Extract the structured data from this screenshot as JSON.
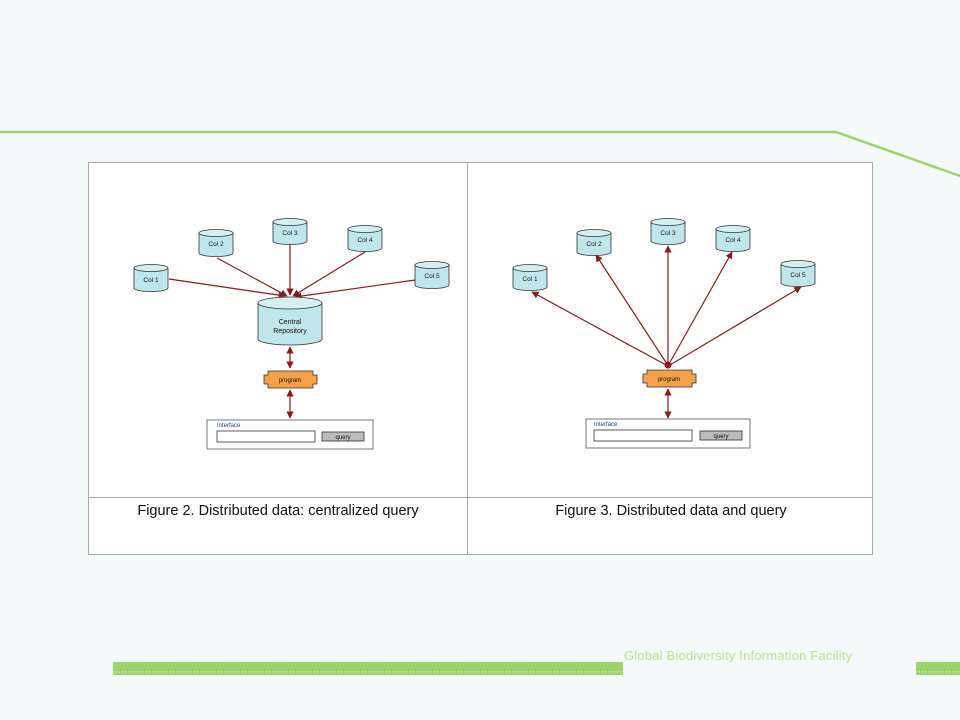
{
  "figures": [
    {
      "caption": "Figure 2. Distributed data: centralized query",
      "collections": [
        "Col 1",
        "Col 2",
        "Col 3",
        "Col 4",
        "Col 5"
      ],
      "repository_lines": [
        "Central",
        "Repository"
      ],
      "program_label": "program",
      "interface_label": "Interface",
      "query_button_label": "query"
    },
    {
      "caption": "Figure 3. Distributed data and query",
      "collections": [
        "Col 1",
        "Col 2",
        "Col 3",
        "Col 4",
        "Col 5"
      ],
      "program_label": "program",
      "interface_label": "Interface",
      "query_button_label": "query"
    }
  ],
  "footer": {
    "text": "Global Biodiversity Information Facility"
  },
  "colors": {
    "cylinder_fill": "#bfe6ea",
    "program_fill": "#f7a04a",
    "arrow": "#8b1c1c",
    "accent_green": "#9ad46a"
  }
}
